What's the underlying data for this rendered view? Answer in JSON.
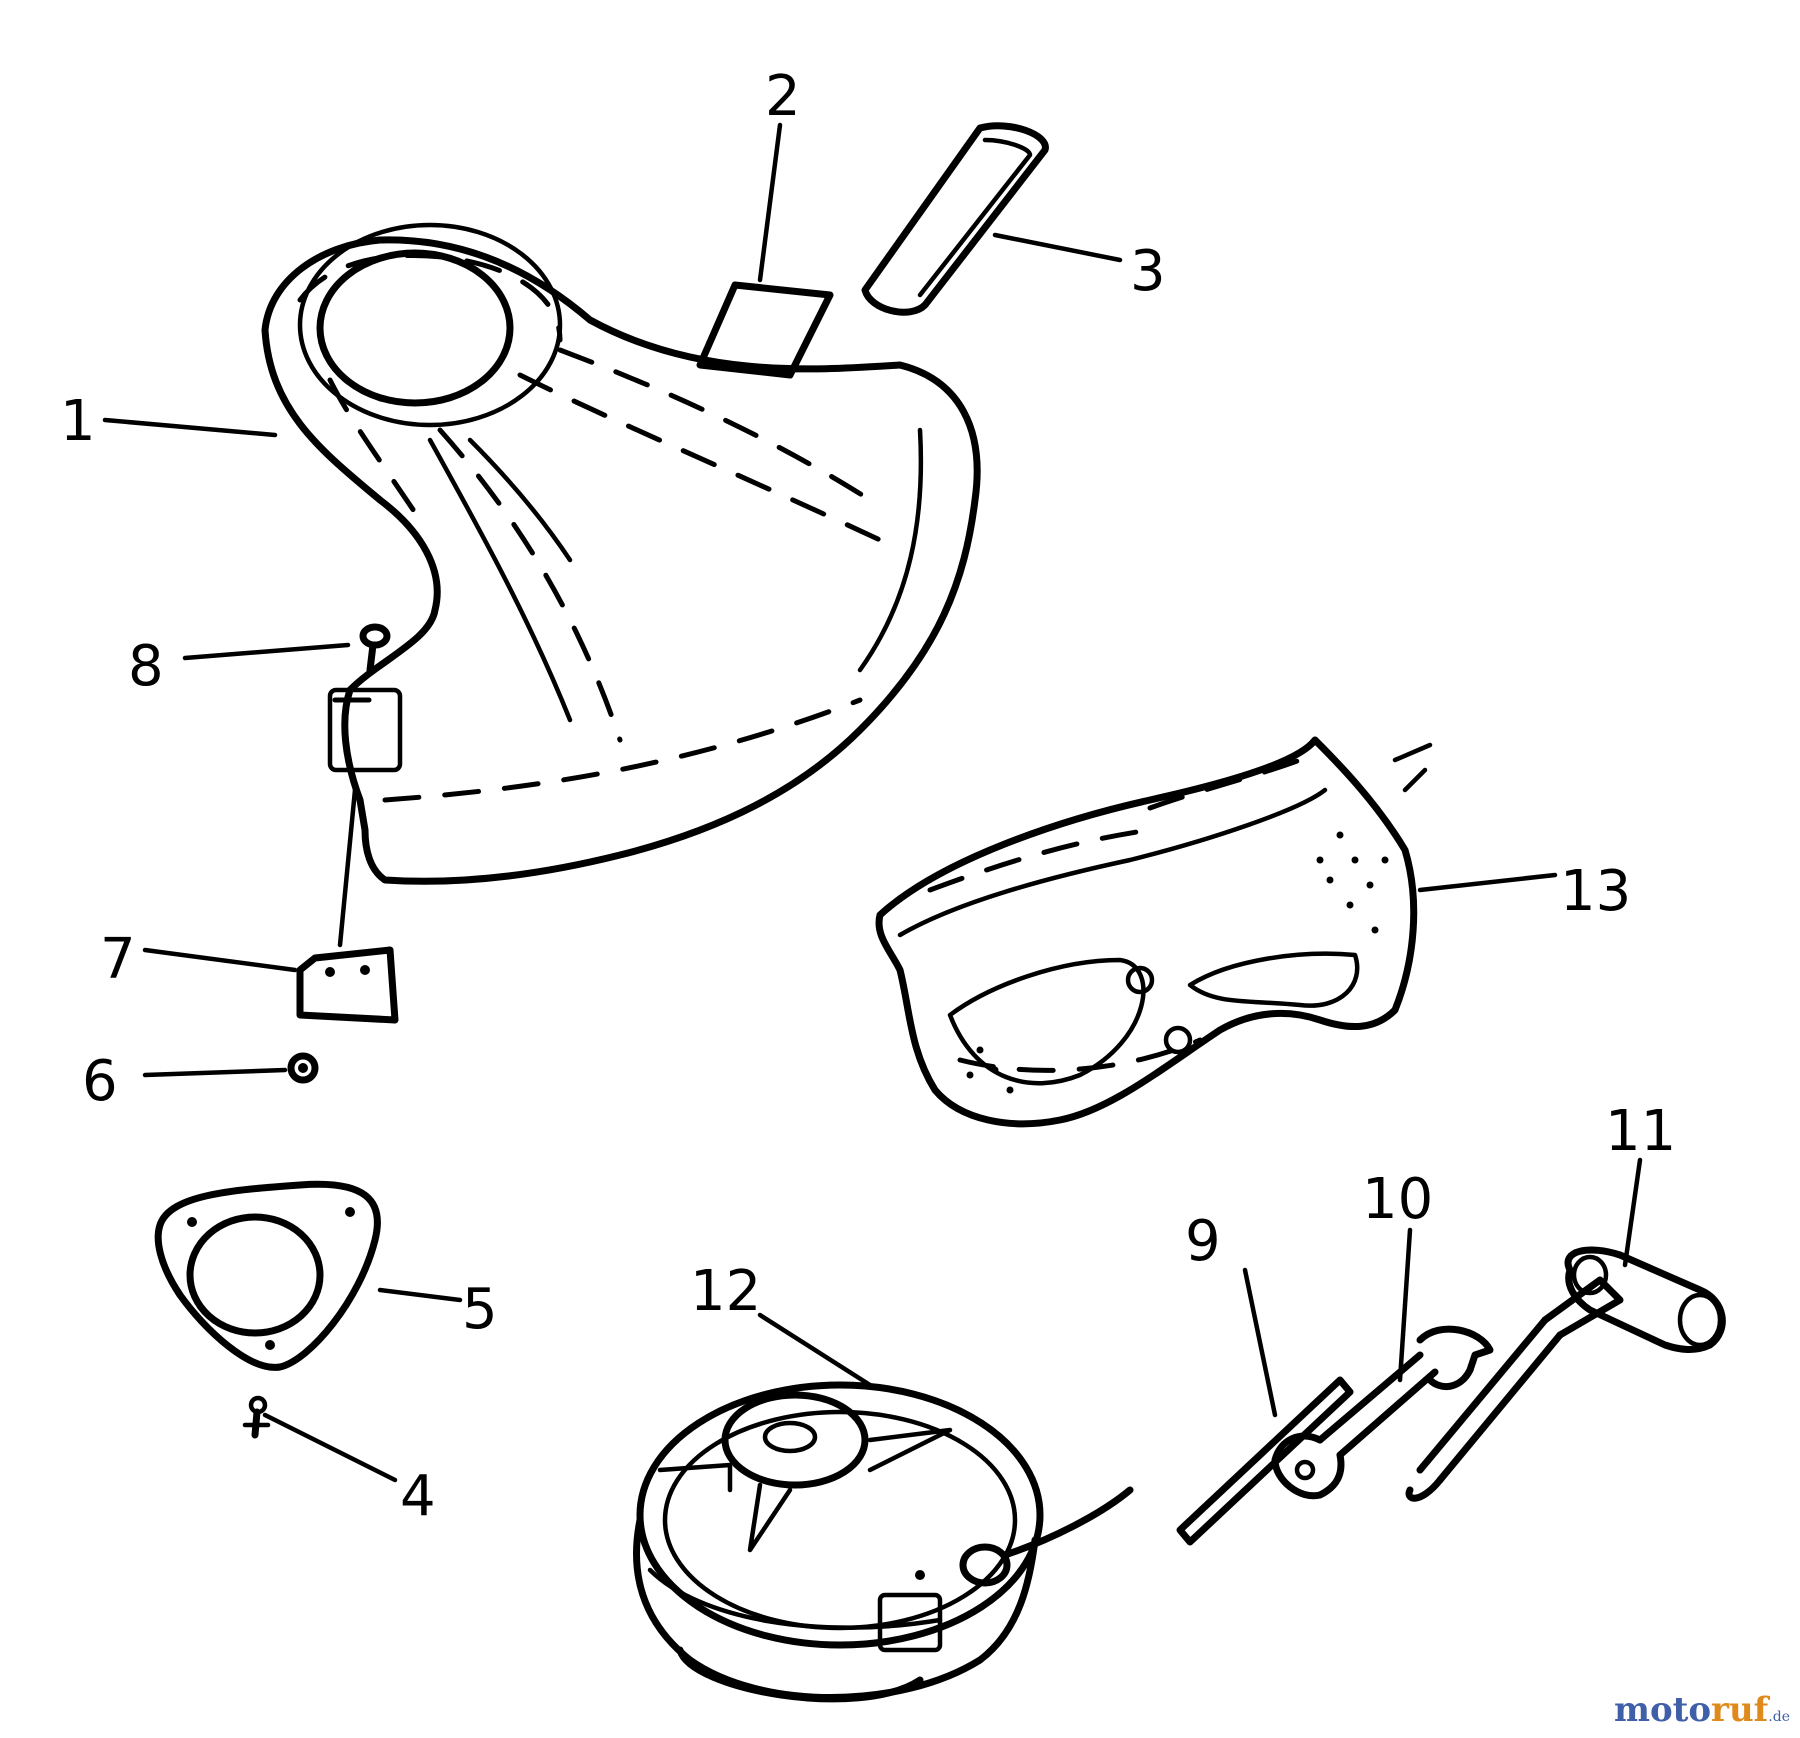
{
  "callouts": {
    "c1": "1",
    "c2": "2",
    "c3": "3",
    "c4": "4",
    "c5": "5",
    "c6": "6",
    "c7": "7",
    "c8": "8",
    "c9": "9",
    "c10": "10",
    "c11": "11",
    "c12": "12",
    "c13": "13"
  },
  "watermark": {
    "part1": "moto",
    "part2": "ruf",
    "part3": "",
    "tld": ".de"
  }
}
